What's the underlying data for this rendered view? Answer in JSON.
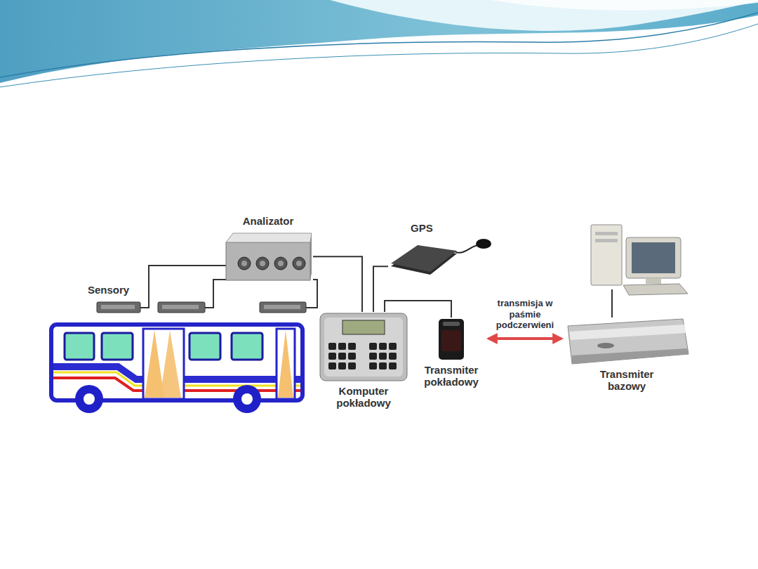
{
  "diagram": {
    "nodes": [
      {
        "text": [
          "Analizator"
        ]
      },
      {
        "text": [
          "GPS"
        ]
      },
      {
        "text": [
          "Komputer pokładowy"
        ]
      },
      {
        "text": [
          "Transmiter pokładowy"
        ]
      },
      {
        "text": [
          "Transmiter bazowy"
        ]
      }
    ],
    "edges": [
      {
        "from": 0,
        "to": 2,
        "arrow": "none"
      },
      {
        "from": 1,
        "to": 2,
        "arrow": "none"
      },
      {
        "from": 2,
        "to": 3,
        "arrow": "none"
      },
      {
        "from": 3,
        "to": 4,
        "arrow": "both",
        "label": "transmisja w paśmie podczerwieni"
      }
    ],
    "labels": [
      "Sensory"
    ]
  }
}
